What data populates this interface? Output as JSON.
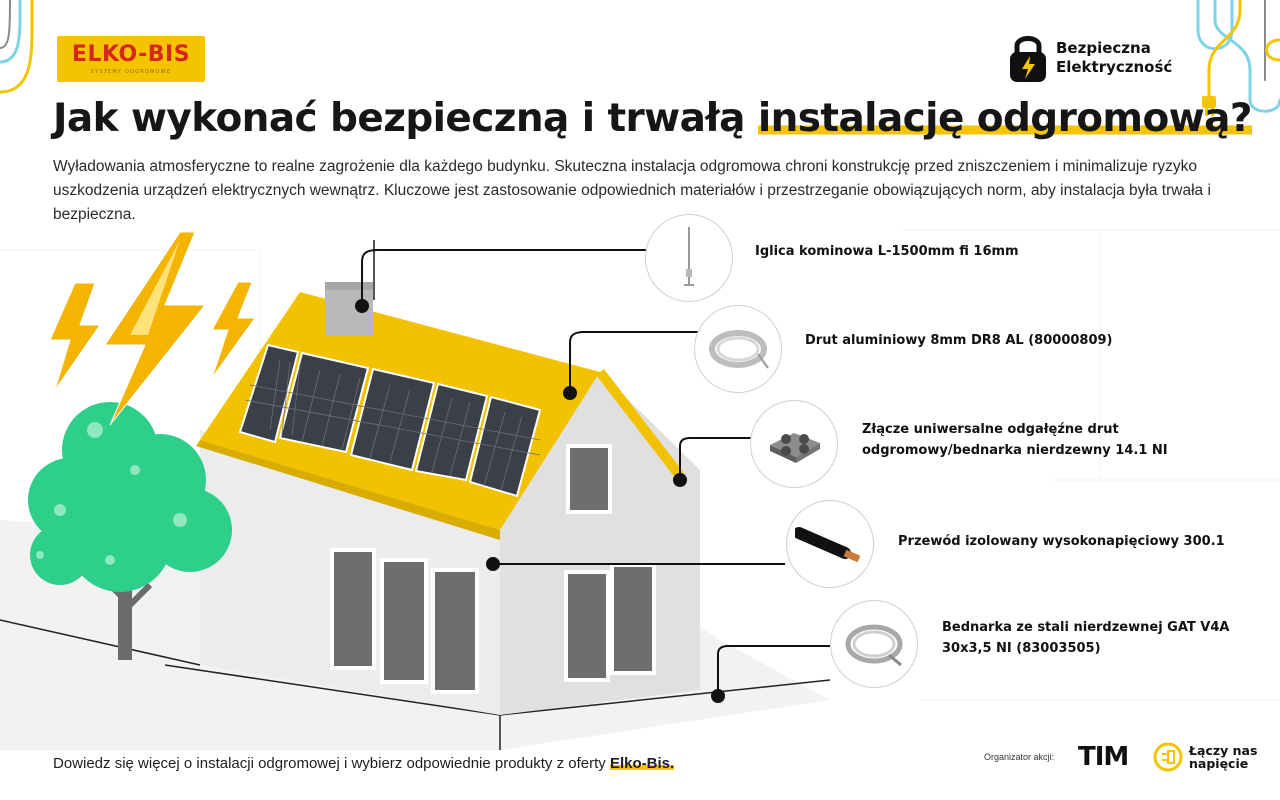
{
  "brand": {
    "logo_text": "ELKO-BIS",
    "logo_subtitle": "SYSTEMY ODGROMOWE"
  },
  "badge": {
    "line1": "Bezpieczna",
    "line2": "Elektryczność",
    "icon": "padlock-lightning-icon"
  },
  "heading": {
    "plain": "Jak wykonać bezpieczną i trwałą ",
    "highlighted": "instalację odgromową?"
  },
  "intro": "Wyładowania atmosferyczne to realne zagrożenie dla każdego budynku. Skuteczna instalacja odgromowa chroni konstrukcję przed zniszczeniem i minimalizuje ryzyko uszkodzenia urządzeń elektrycznych wewnątrz. Kluczowe jest zastosowanie odpowiednich materiałów i przestrzeganie obowiązujących norm, aby instalacja była trwała i bezpieczna.",
  "products": [
    {
      "label": "Iglica kominowa L-1500mm fi 16mm",
      "icon": "lightning-rod-icon"
    },
    {
      "label": "Drut aluminiowy 8mm DR8 AL (80000809)",
      "icon": "wire-coil-icon"
    },
    {
      "label": "Złącze uniwersalne odgałęźne drut odgromowy/bednarka nierdzewny 14.1 NI",
      "icon": "clamp-connector-icon"
    },
    {
      "label": "Przewód izolowany wysokonapięciowy 300.1",
      "icon": "insulated-cable-icon"
    },
    {
      "label": "Bednarka ze stali nierdzewnej GAT V4A 30x3,5 NI (83003505)",
      "icon": "steel-strip-coil-icon"
    }
  ],
  "footer": {
    "text": "Dowiedz się więcej o instalacji odgromowej i wybierz odpowiednie produkty z oferty ",
    "brand": "Elko-Bis."
  },
  "organizer": {
    "label": "Organizator akcji:",
    "tim": "TIM",
    "partner": "Łączy nas napięcie"
  },
  "colors": {
    "accent": "#f5c400",
    "roof": "#f2c200",
    "tree": "#2ecf8a",
    "trunk": "#6b6b6b",
    "deco_blue": "#7fd3e6"
  }
}
